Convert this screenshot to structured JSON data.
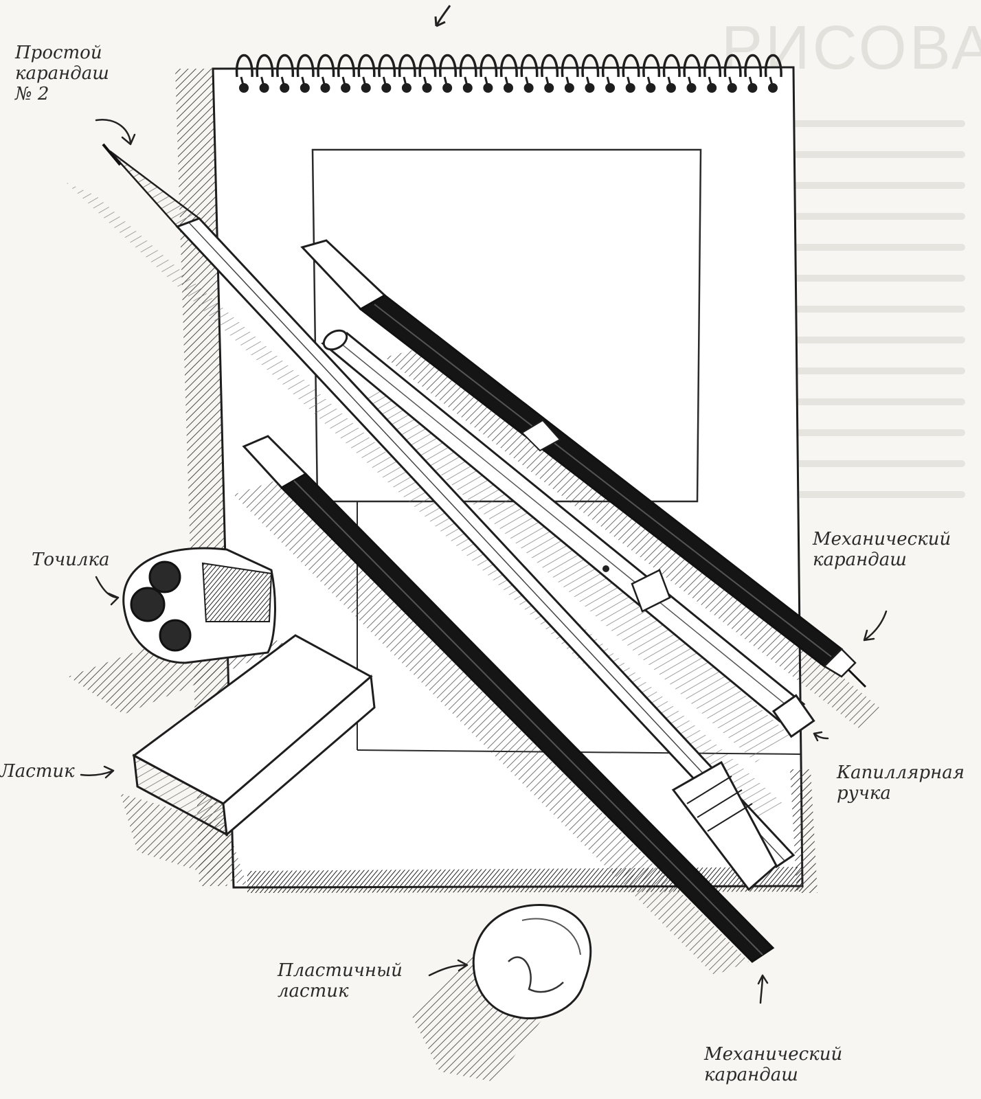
{
  "header": {
    "bleed_title": "РИСОВА"
  },
  "labels": {
    "pencil_no2": {
      "line1": "Простой",
      "line2": "карандаш",
      "line3": "№ 2"
    },
    "sharpener": {
      "line1": "Точилка"
    },
    "eraser": {
      "line1": "Ластик"
    },
    "kneaded_eraser": {
      "line1": "Пластичный",
      "line2": "ластик"
    },
    "mech_pencil_top": {
      "line1": "Механический",
      "line2": "карандаш"
    },
    "capillary_pen": {
      "line1": "Капиллярная",
      "line2": "ручка"
    },
    "mech_pencil_bottom": {
      "line1": "Механический",
      "line2": "карандаш"
    }
  },
  "colors": {
    "ink": "#1e1e1e",
    "paper": "#f7f6f2",
    "pad": "#ffffff",
    "hatch": "#3a3a3a",
    "dark_body": "#151515"
  }
}
